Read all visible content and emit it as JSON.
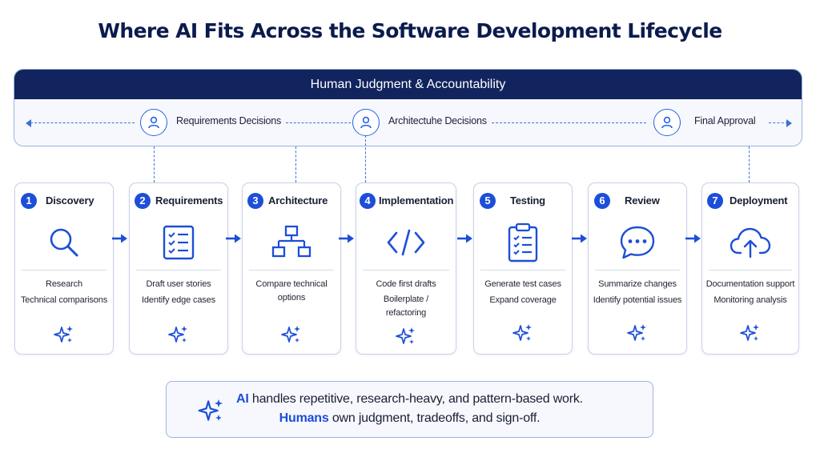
{
  "title": "Where AI Fits Across the Software Development Lifecycle",
  "human_panel": {
    "header": "Human Judgment & Accountability",
    "decisions": [
      "Requirements Decisions",
      "Architectuhe Decisions",
      "Final Approval"
    ]
  },
  "stages": [
    {
      "num": "1",
      "name": "Discovery",
      "icon": "magnifier-icon",
      "tasks": [
        "Research",
        "Technical comparisons"
      ]
    },
    {
      "num": "2",
      "name": "Requirements",
      "icon": "checklist-icon",
      "tasks": [
        "Draft user stories",
        "Identify edge cases"
      ]
    },
    {
      "num": "3",
      "name": "Architecture",
      "icon": "hierarchy-icon",
      "tasks": [
        "Compare technical",
        "options"
      ]
    },
    {
      "num": "4",
      "name": "Implementation",
      "icon": "code-icon",
      "tasks": [
        "Code first drafts",
        "Boilerplate /",
        "refactoring"
      ]
    },
    {
      "num": "5",
      "name": "Testing",
      "icon": "clipboard-checklist-icon",
      "tasks": [
        "Generate test cases",
        "Expand coverage"
      ]
    },
    {
      "num": "6",
      "name": "Review",
      "icon": "chat-bubble-icon",
      "tasks": [
        "Summarize changes",
        "Identify potential issues"
      ]
    },
    {
      "num": "7",
      "name": "Deployment",
      "icon": "cloud-upload-icon",
      "tasks": [
        "Documentation support",
        "Monitoring analysis"
      ]
    }
  ],
  "summary": {
    "line1_highlight": "AI",
    "line1_rest": " handles repetitive, research-heavy, and pattern-based work.",
    "line2_highlight": "Humans",
    "line2_rest": " own judgment, tradeoffs, and sign-off."
  },
  "colors": {
    "navy": "#11245e",
    "accent_blue": "#1d4ed8",
    "line_blue": "#3f6fd6",
    "panel_bg": "#f6f8fd"
  }
}
